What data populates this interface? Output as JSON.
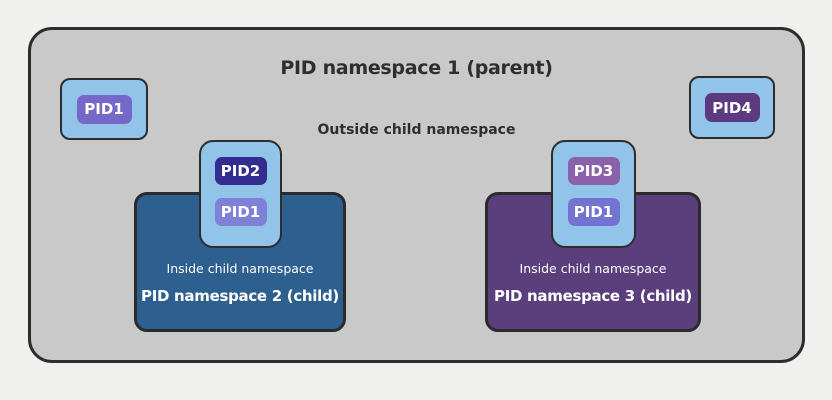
{
  "colors": {
    "page_bg": "#f0f0ee",
    "parent_fill": "#c9c9c9",
    "border_dark": "#2d2d2d",
    "process_box_fill": "#92c3e9",
    "text_dark": "#2e2e2e",
    "text_light": "#ffffff"
  },
  "parent": {
    "title": "PID namespace 1 (parent)",
    "outside_label": "Outside child namespace"
  },
  "parent_processes": [
    {
      "label": "PID1",
      "color": "#7568c9",
      "position": "top-left"
    },
    {
      "label": "PID4",
      "color": "#5d3a80",
      "position": "top-right"
    }
  ],
  "child_namespaces": [
    {
      "name": "PID namespace 2 (child)",
      "inside_label": "Inside child namespace",
      "fill": "#2d608e",
      "processes": [
        {
          "label": "PID2",
          "color": "#322d8f"
        },
        {
          "label": "PID1",
          "color": "#7e81d6"
        }
      ]
    },
    {
      "name": "PID namespace 3 (child)",
      "inside_label": "Inside child namespace",
      "fill": "#5b3f7d",
      "processes": [
        {
          "label": "PID3",
          "color": "#8a61aa"
        },
        {
          "label": "PID1",
          "color": "#7573d2"
        }
      ]
    }
  ]
}
